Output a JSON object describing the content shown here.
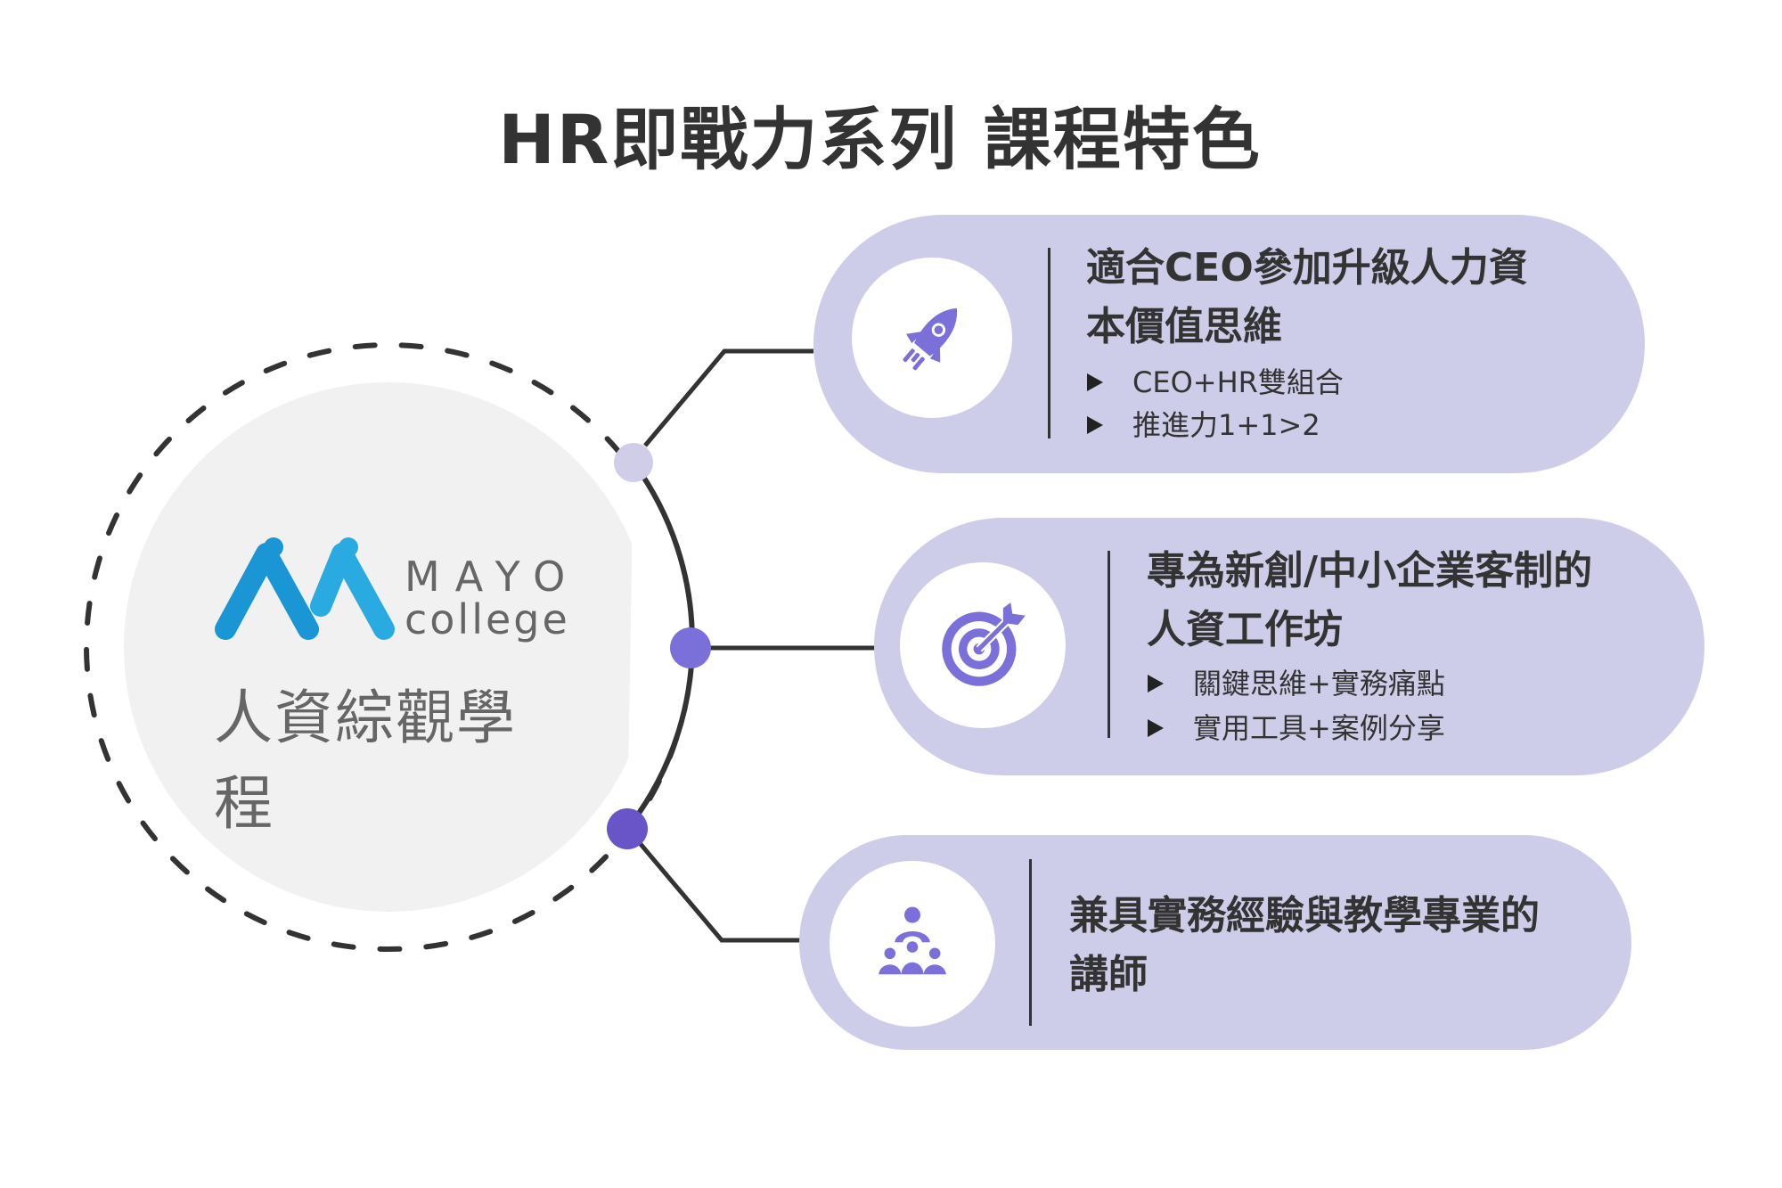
{
  "title": "HR即戰力系列  課程特色",
  "center": {
    "logo_word": "MAYO",
    "logo_sub": "college",
    "name": "人資綜觀學程"
  },
  "features": [
    {
      "icon": "rocket-icon",
      "heading_lines": [
        "適合CEO參加升級人力資",
        "本價值思維"
      ],
      "bullets": [
        "CEO+HR雙組合",
        "推進力1+1>2"
      ]
    },
    {
      "icon": "target-icon",
      "heading_lines": [
        "專為新創/中小企業客制的",
        "人資工作坊"
      ],
      "bullets": [
        "關鍵思維+實務痛點",
        "實用工具+案例分享"
      ]
    },
    {
      "icon": "group-icon",
      "heading_lines": [
        "兼具實務經驗與教學專業的",
        "講師"
      ],
      "bullets": []
    }
  ],
  "colors": {
    "pill": "#cecde9",
    "accent": "#7b6fd9",
    "accent_dark": "#6a55c8",
    "dot_light": "#cfcde8",
    "logo_blue": "#1a96d4",
    "logo_blue_light": "#29abe2"
  }
}
